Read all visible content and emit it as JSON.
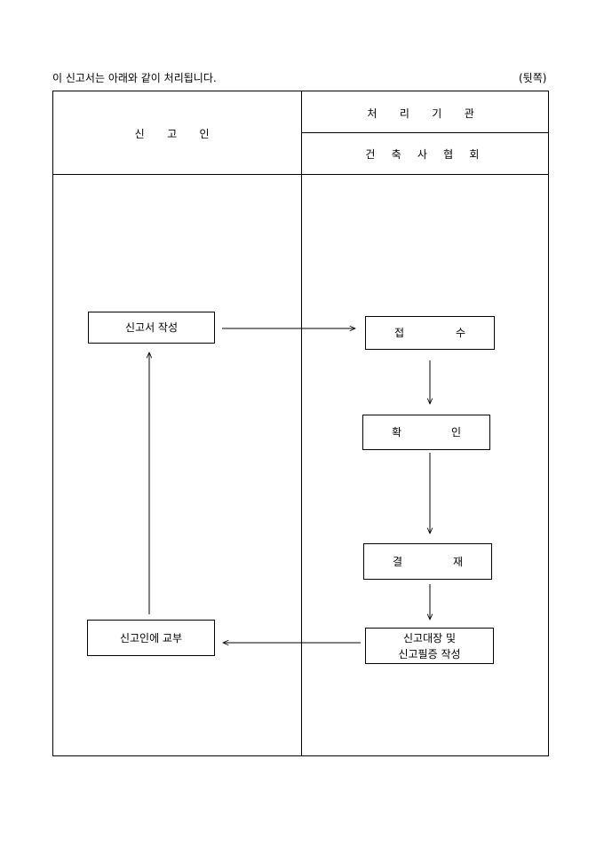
{
  "page": {
    "intro": "이 신고서는 아래와 같이 처리됩니다.",
    "side_label": "(뒷쪽)"
  },
  "table": {
    "left_header": "신 고 인",
    "right_header_top": "처 리 기 관",
    "right_header_bottom": "건 축 사 협 회"
  },
  "flow": {
    "write": "신고서 작성",
    "receive": [
      "접",
      "수"
    ],
    "check": [
      "확",
      "인"
    ],
    "approve": [
      "결",
      "재"
    ],
    "register_line1": "신고대장 및",
    "register_line2": "신고필증 작성",
    "deliver": "신고인에 교부"
  }
}
